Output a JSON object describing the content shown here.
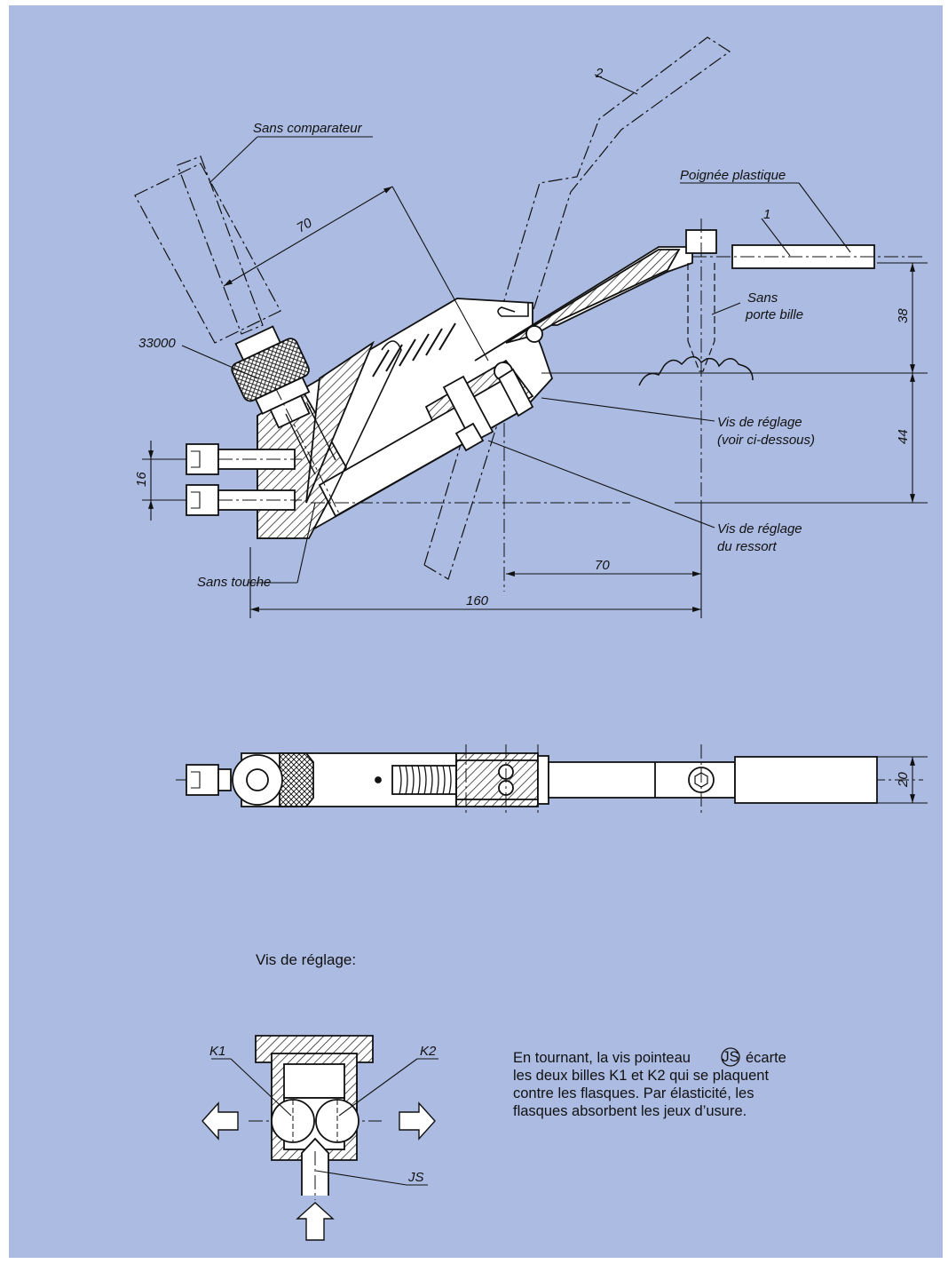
{
  "colors": {
    "background": "#acbbe1",
    "ink": "#111111",
    "part_fill": "#ffffff"
  },
  "top_view": {
    "labels": {
      "item_2": "2",
      "sans_comparateur": "Sans comparateur",
      "poignee_plastique": "Poignée plastique",
      "item_1": "1",
      "sans_porte_bille_line1": "Sans",
      "sans_porte_bille_line2": "porte bille",
      "ref_33000": "33000",
      "vis_reglage_line1": "Vis de réglage",
      "vis_reglage_line2": "(voir ci-dessous)",
      "vis_ressort_line1": "Vis de réglage",
      "vis_ressort_line2": "du ressort",
      "sans_touche": "Sans touche"
    },
    "dimensions": {
      "d70_inclined": "70",
      "d38": "38",
      "d44": "44",
      "d16": "16",
      "d70_horizontal": "70",
      "d160": "160"
    }
  },
  "side_view": {
    "dimensions": {
      "d20": "20"
    }
  },
  "detail": {
    "heading": "Vis de réglage:",
    "labels": {
      "k1": "K1",
      "k2": "K2",
      "js": "JS"
    },
    "description": {
      "line1_before": "En tournant, la vis pointeau",
      "symbol": "JS",
      "line1_after": "écarte",
      "line2": "les deux billes K1 et K2 qui se plaquent",
      "line3": "contre les flasques. Par élasticité, les",
      "line4": "flasques absorbent les jeux d’usure."
    }
  }
}
